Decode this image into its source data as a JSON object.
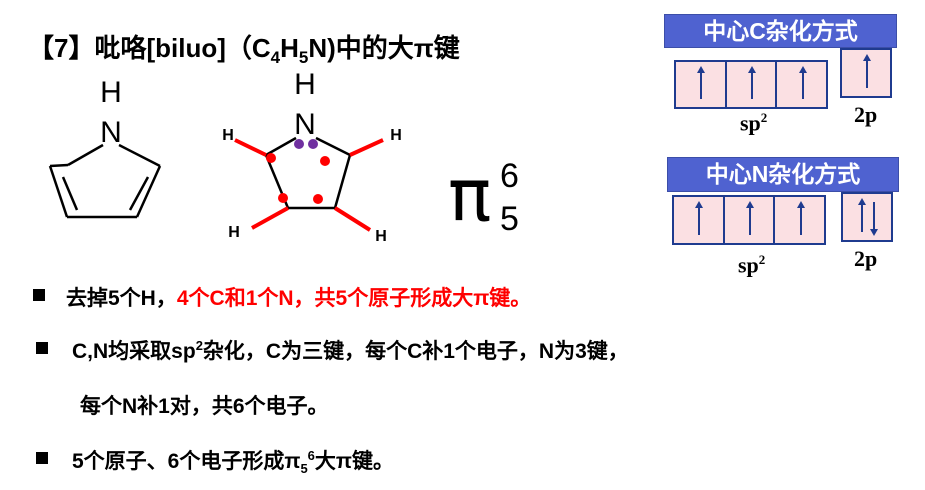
{
  "title": {
    "prefix": "【7】吡咯[biluo]（C",
    "sub1": "4",
    "mid": "H",
    "sub2": "5",
    "suffix": "N)中的大π键"
  },
  "molecule": {
    "atom_h": "H",
    "atom_n": "N",
    "pi_symbol": "π",
    "pi_electrons": "6",
    "pi_atoms": "5"
  },
  "carbon_panel": {
    "header": "中心C杂化方式",
    "sp_label": "sp",
    "sp_sup": "2",
    "p_label": "2p"
  },
  "nitrogen_panel": {
    "header": "中心N杂化方式",
    "sp_label": "sp",
    "sp_sup": "2",
    "p_label": "2p"
  },
  "bullets": [
    {
      "black": "去掉5个H，",
      "red": "4个C和1个N，共5个原子形成大π键。"
    },
    {
      "a": "C,N均采取sp",
      "sup": "2",
      "b": "杂化，C为三键，每个C补1个电子，N为3键，"
    },
    {
      "text": "每个N补1对，共6个电子。"
    },
    {
      "a": "5个原子、6个电子形成π",
      "sub": "5",
      "sup": "6",
      "b": "大π键。"
    }
  ],
  "colors": {
    "header": "#4f62d0",
    "orbital_fill": "#fbe0e3",
    "emphasis": "#ff0000"
  }
}
